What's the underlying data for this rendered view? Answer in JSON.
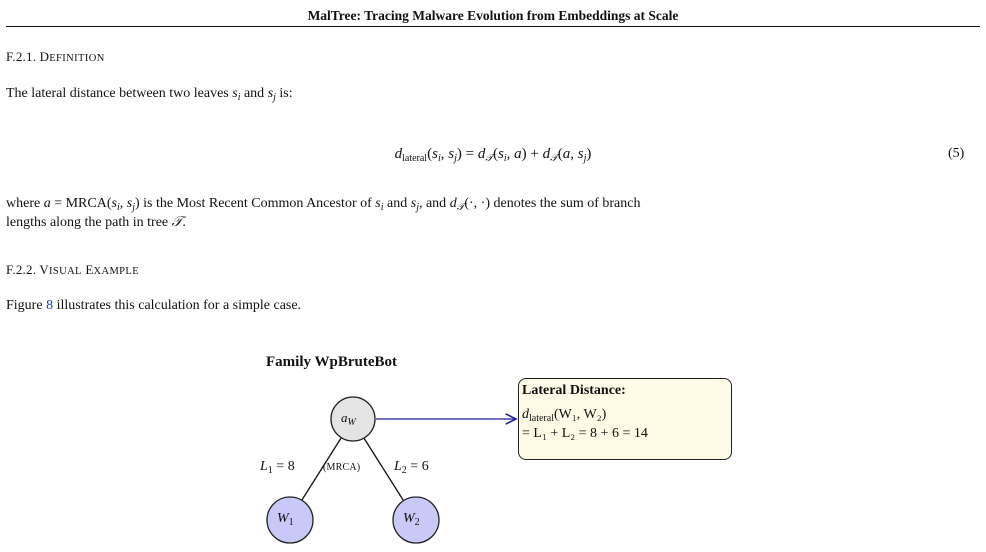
{
  "header": {
    "running_title": "MalTree: Tracing Malware Evolution from Embeddings at Scale"
  },
  "section_def": {
    "number": "F.2.1.",
    "title_first": "D",
    "title_rest": "EFINITION"
  },
  "intro_text": {
    "before": "The lateral distance between two leaves",
    "and": "and",
    "is": "is:"
  },
  "equation": {
    "lhs_fn": "d",
    "lhs_sub": "lateral",
    "lhs_args": "(s_i, s_j)",
    "rhs": "= d_T(s_i, a) + d_T(a, s_j)",
    "number": "(5)"
  },
  "where_text": {
    "p1": "where",
    "p2": "= MRCA(",
    "p3": ") is the Most Recent Common Ancestor of",
    "p4": "and",
    "p5": ", and",
    "p6": "denotes the sum of branch",
    "line2": "lengths along the path in tree"
  },
  "section_vis": {
    "number": "F.2.2.",
    "title_first_a": "V",
    "title_rest_a": "ISUAL",
    "title_first_b": "E",
    "title_rest_b": "XAMPLE"
  },
  "figure_ref": {
    "word": "Figure",
    "num": "8",
    "rest": "illustrates this calculation for a simple case."
  },
  "figure": {
    "title": "Family WpBruteBot",
    "root_label": "a",
    "root_sub": "W",
    "mrca_label": "(MRCA)",
    "left_leaf": "W",
    "left_leaf_sub": "1",
    "right_leaf": "W",
    "right_leaf_sub": "2",
    "left_edge": "L",
    "left_edge_sub": "1",
    "left_edge_val": "= 8",
    "right_edge": "L",
    "right_edge_sub": "2",
    "right_edge_val": "= 6",
    "box_title": "Lateral Distance:",
    "box_line1_fn": "d",
    "box_line1_sub": "lateral",
    "box_line1_args": "(W₁, W₂)",
    "box_line2": "= L₁ + L₂ = 8 + 6 = 14",
    "colors": {
      "root_fill": "#e4e4e4",
      "leaf_fill": "#c9c9f7",
      "arrow": "#1f1fa0",
      "box_fill": "#fdfbe6"
    }
  }
}
